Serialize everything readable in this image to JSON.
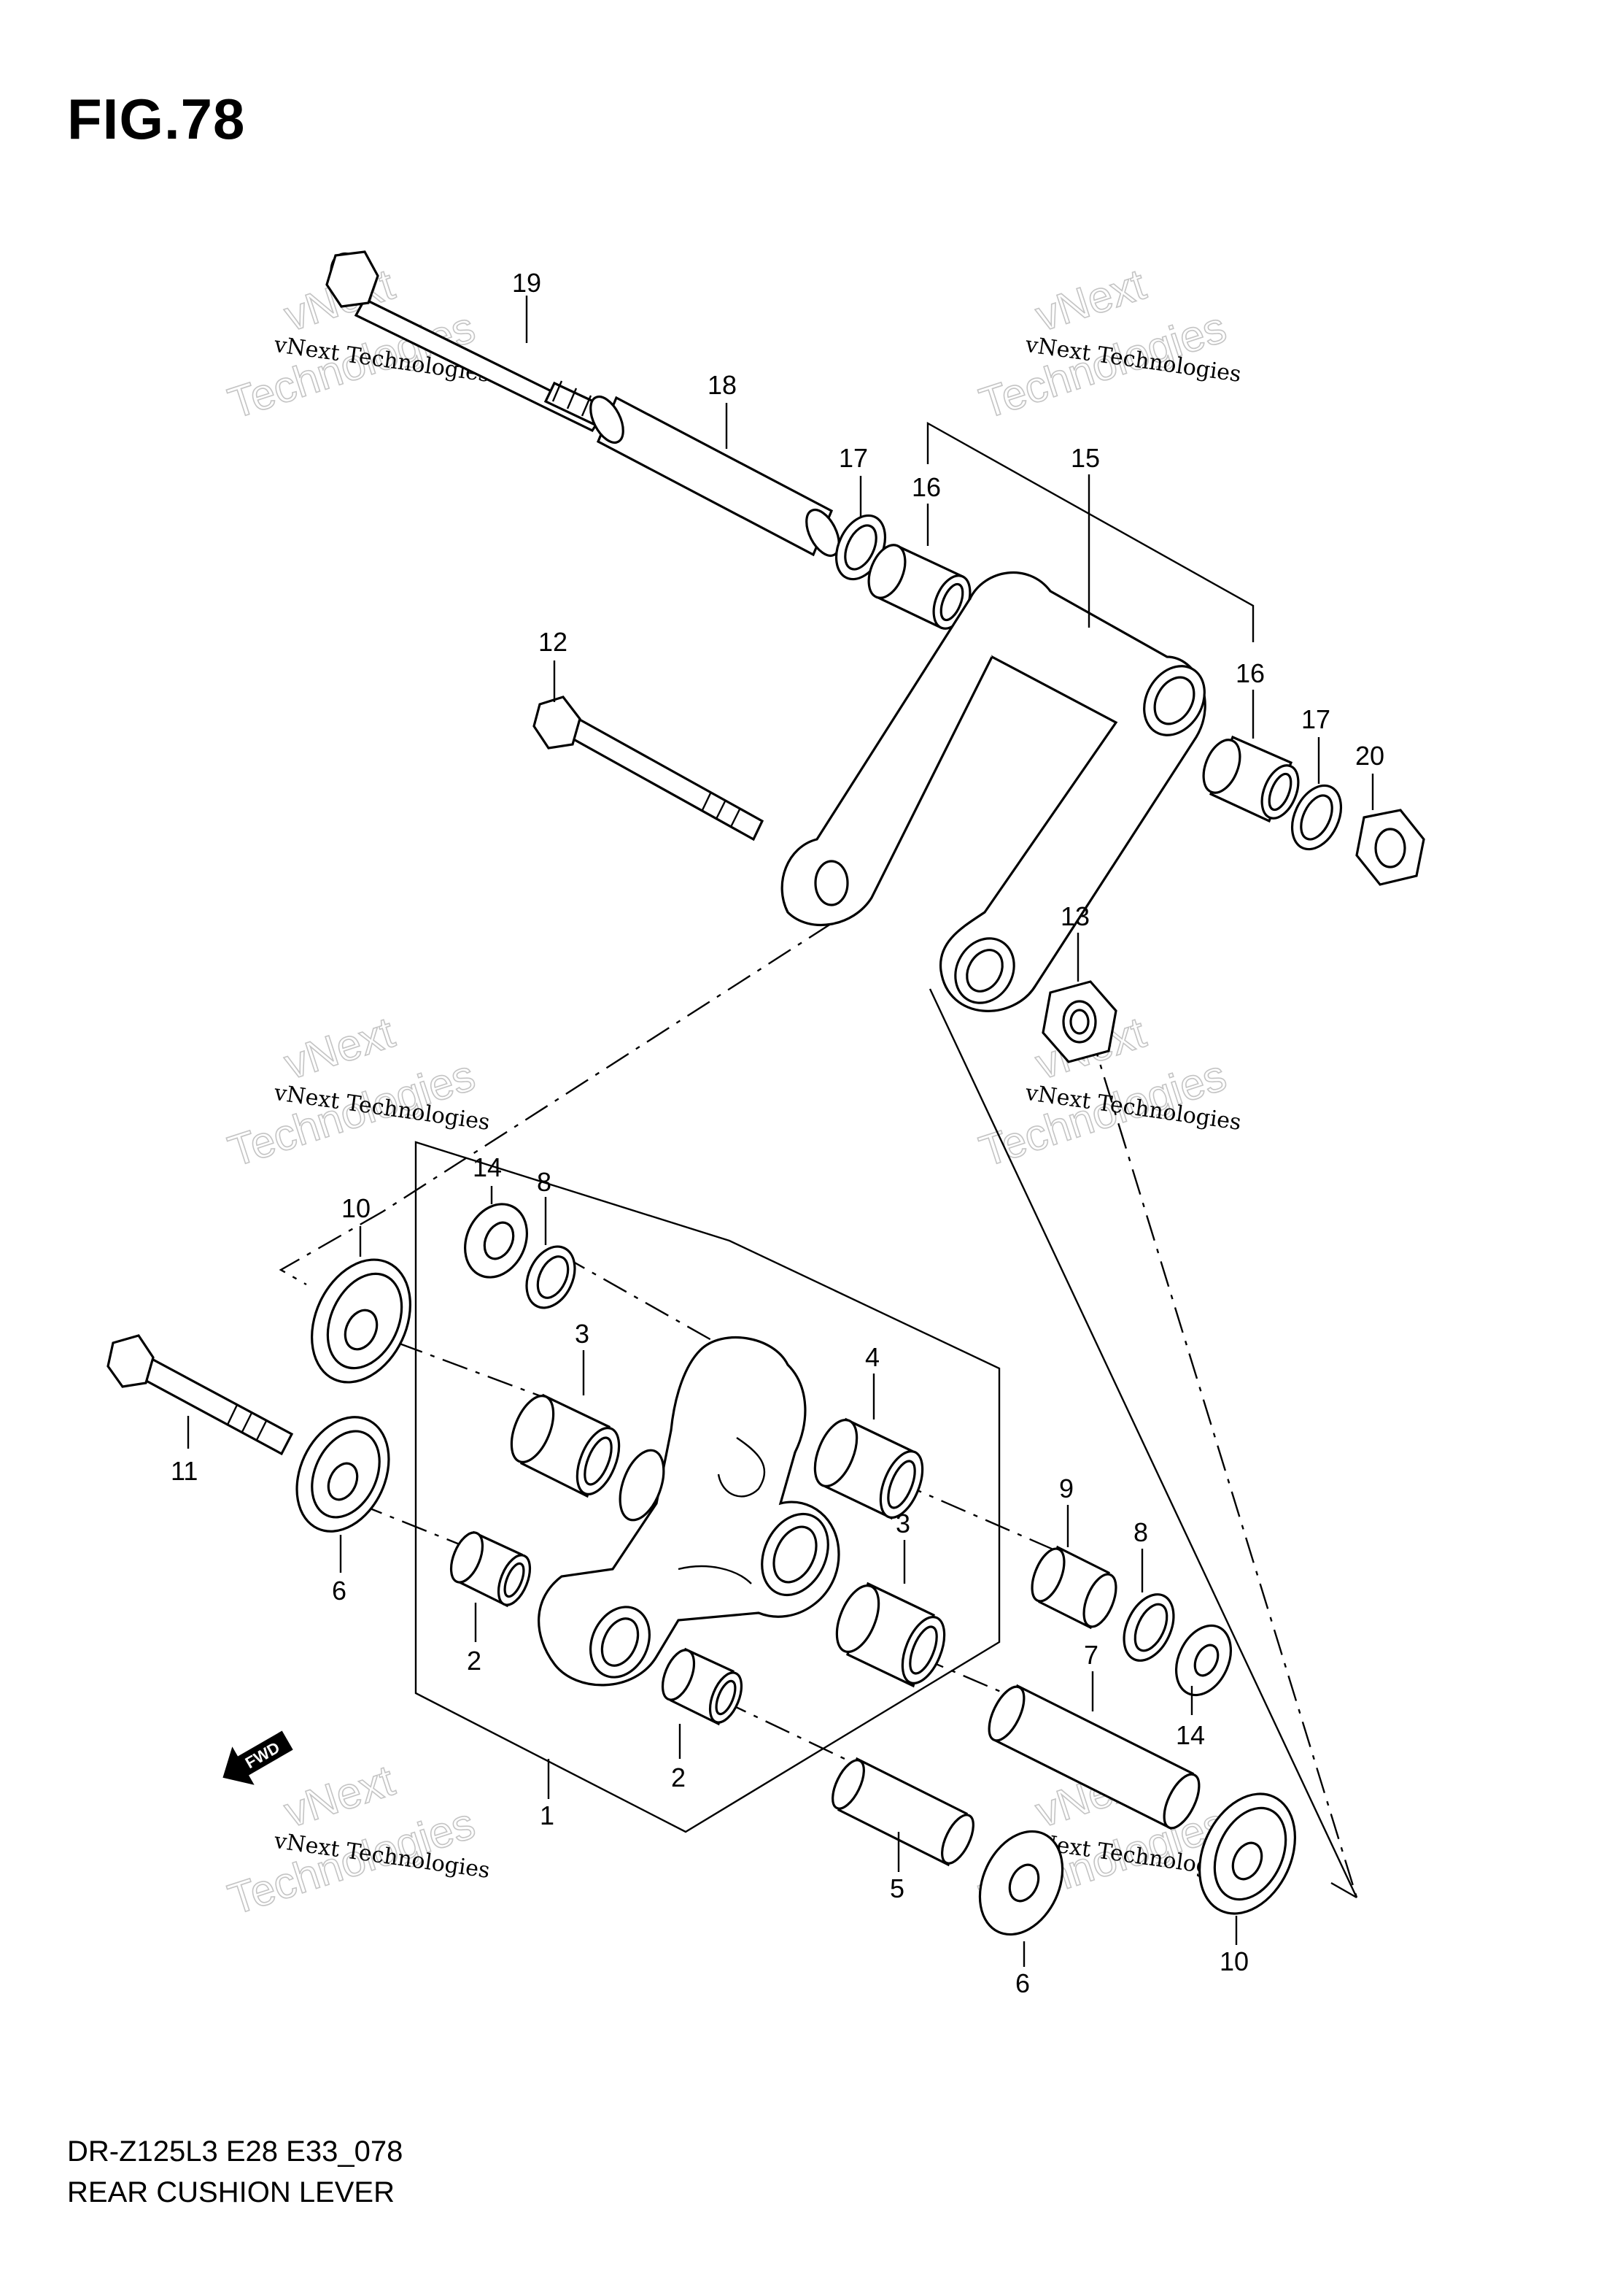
{
  "figure": {
    "title": "FIG.78",
    "model_code": "DR-Z125L3 E28 E33_078",
    "diagram_name": "REAR CUSHION LEVER"
  },
  "callouts": [
    {
      "id": "c19",
      "label": "19"
    },
    {
      "id": "c18",
      "label": "18"
    },
    {
      "id": "c17a",
      "label": "17"
    },
    {
      "id": "c16a",
      "label": "16"
    },
    {
      "id": "c15",
      "label": "15"
    },
    {
      "id": "c12",
      "label": "12"
    },
    {
      "id": "c16b",
      "label": "16"
    },
    {
      "id": "c17b",
      "label": "17"
    },
    {
      "id": "c20",
      "label": "20"
    },
    {
      "id": "c13",
      "label": "13"
    },
    {
      "id": "c14a",
      "label": "14"
    },
    {
      "id": "c8a",
      "label": "8"
    },
    {
      "id": "c10a",
      "label": "10"
    },
    {
      "id": "c3a",
      "label": "3"
    },
    {
      "id": "c4",
      "label": "4"
    },
    {
      "id": "c11",
      "label": "11"
    },
    {
      "id": "c9",
      "label": "9"
    },
    {
      "id": "c3b",
      "label": "3"
    },
    {
      "id": "c8b",
      "label": "8"
    },
    {
      "id": "c6a",
      "label": "6"
    },
    {
      "id": "c2a",
      "label": "2"
    },
    {
      "id": "c7",
      "label": "7"
    },
    {
      "id": "c14b",
      "label": "14"
    },
    {
      "id": "c2b",
      "label": "2"
    },
    {
      "id": "c1",
      "label": "1"
    },
    {
      "id": "c5",
      "label": "5"
    },
    {
      "id": "c6b",
      "label": "6"
    },
    {
      "id": "c10b",
      "label": "10"
    }
  ],
  "fwd_label": "FWD",
  "watermark": {
    "brand": "vNext",
    "company": "vNext Technologies",
    "word": "Technologies"
  },
  "colors": {
    "line": "#000000",
    "background": "#ffffff",
    "watermark_outline": "#c4c4c4"
  }
}
